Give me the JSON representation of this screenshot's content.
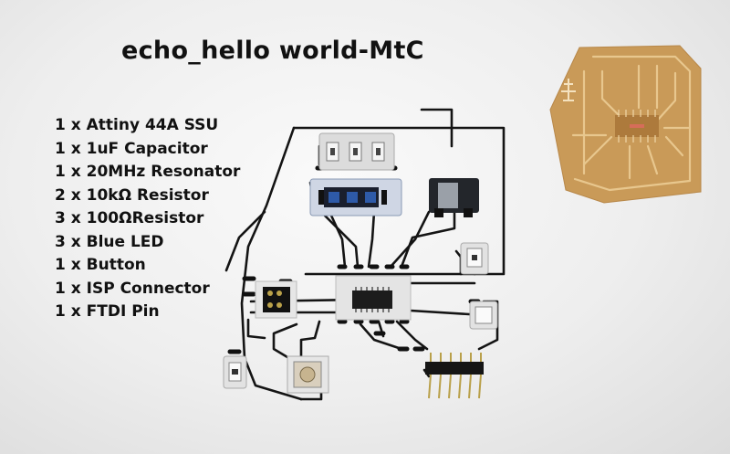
{
  "title": "echo_hello world-MtC",
  "bom": [
    "1 x Attiny 44A SSU",
    "1 x 1uF Capacitor",
    "1 x 20MHz Resonator",
    "2 x 10kΩ Resistor",
    "3 x 100ΩResistor",
    "3 x Blue LED",
    "1 x Button",
    "1 x ISP Connector",
    "1 x FTDI Pin"
  ]
}
